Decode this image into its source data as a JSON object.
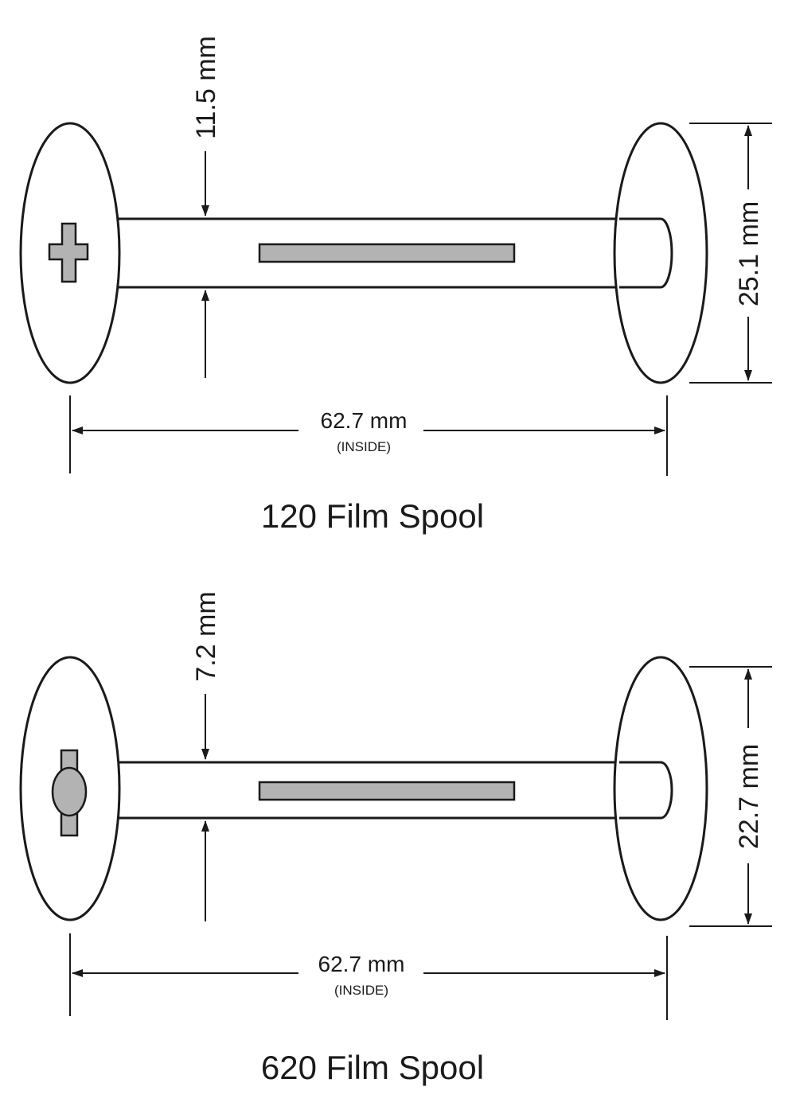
{
  "spools": [
    {
      "title": "120 Film Spool",
      "core_diameter": "11.5 mm",
      "flange_diameter": "25.1 mm",
      "inside_length": "62.7 mm",
      "inside_note": "(INSIDE)",
      "end_key": "cross"
    },
    {
      "title": "620 Film Spool",
      "core_diameter": "7.2 mm",
      "flange_diameter": "22.7 mm",
      "inside_length": "62.7 mm",
      "inside_note": "(INSIDE)",
      "end_key": "oval-tab"
    }
  ],
  "colors": {
    "line": "#1a1a1a",
    "slot_fill": "#b3b3b3",
    "background": "#ffffff"
  }
}
